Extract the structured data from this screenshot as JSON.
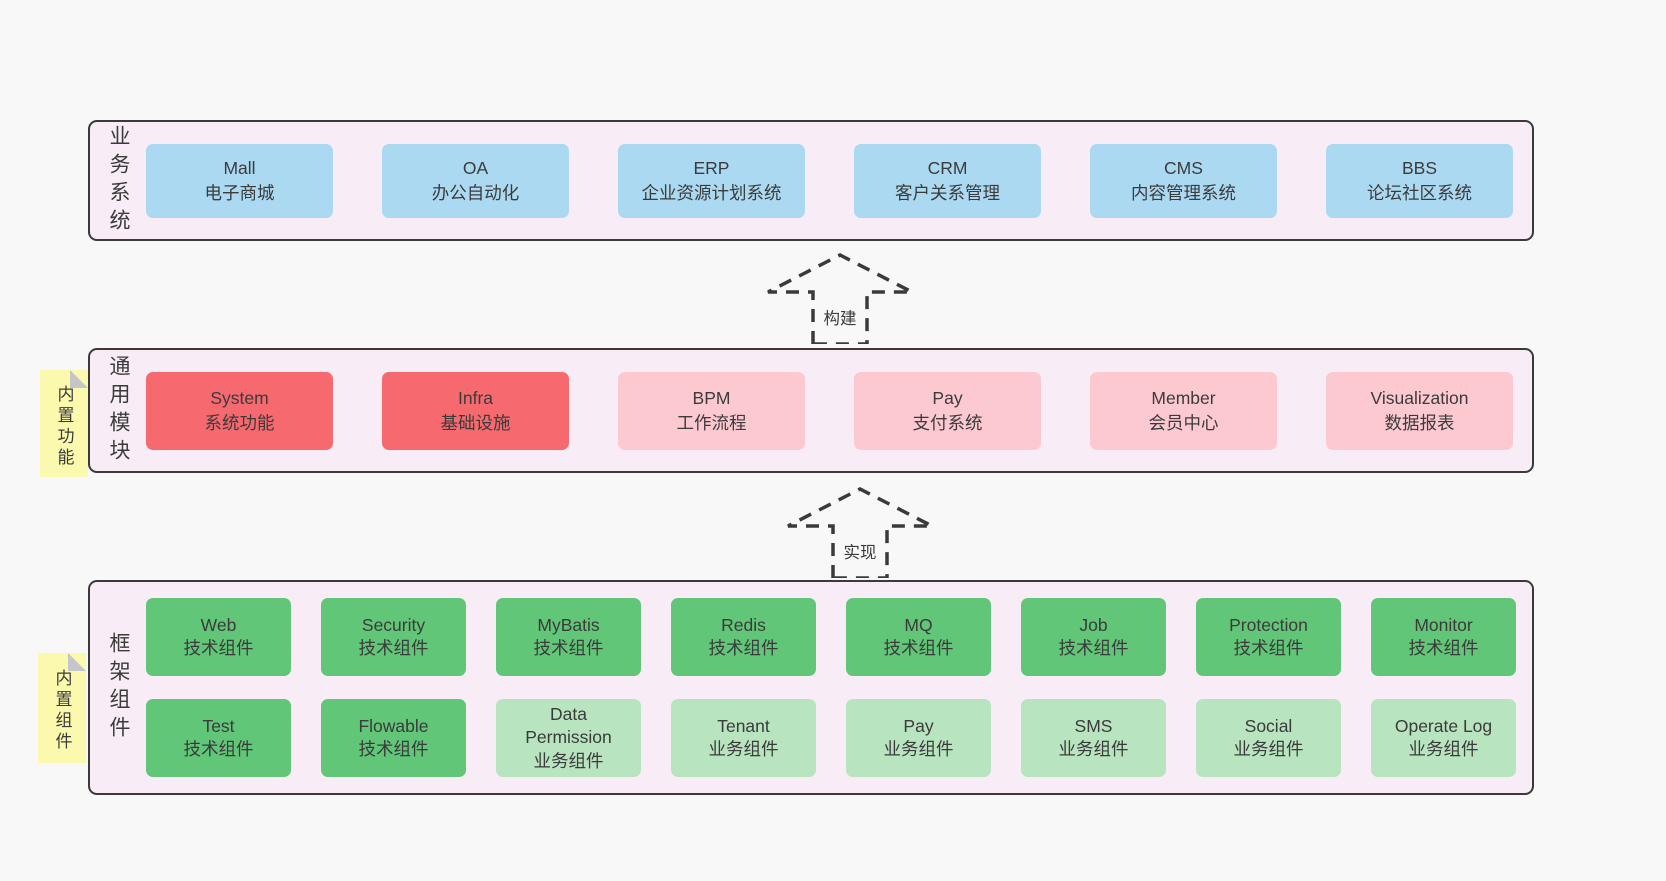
{
  "colors": {
    "page_bg": "#F8F8F8",
    "container_fill": "#F8EDF6",
    "container_border": "#3a3a3a",
    "note_fill": "#FBF9AD",
    "note_fold": "#C6C6CA",
    "text": "#3b3b3b",
    "arrow": "#3a3a3a",
    "variants": {
      "blue": "#ABD9F2",
      "red": "#F5696F",
      "pink": "#FCC9D1",
      "green": "#61C677",
      "lightgreen": "#B8E4C0"
    }
  },
  "notes": [
    {
      "label": "内置功能"
    },
    {
      "label": "内置组件"
    }
  ],
  "arrows": [
    {
      "label": "构建"
    },
    {
      "label": "实现"
    }
  ],
  "layers": [
    {
      "id": "business",
      "label": "业务系统",
      "rows": [
        [
          {
            "title": "Mall",
            "subtitle": "电子商城",
            "variant": "blue"
          },
          {
            "title": "OA",
            "subtitle": "办公自动化",
            "variant": "blue"
          },
          {
            "title": "ERP",
            "subtitle": "企业资源计划系统",
            "variant": "blue"
          },
          {
            "title": "CRM",
            "subtitle": "客户关系管理",
            "variant": "blue"
          },
          {
            "title": "CMS",
            "subtitle": "内容管理系统",
            "variant": "blue"
          },
          {
            "title": "BBS",
            "subtitle": "论坛社区系统",
            "variant": "blue"
          }
        ]
      ]
    },
    {
      "id": "modules",
      "label": "通用模块",
      "rows": [
        [
          {
            "title": "System",
            "subtitle": "系统功能",
            "variant": "red"
          },
          {
            "title": "Infra",
            "subtitle": "基础设施",
            "variant": "red"
          },
          {
            "title": "BPM",
            "subtitle": "工作流程",
            "variant": "pink"
          },
          {
            "title": "Pay",
            "subtitle": "支付系统",
            "variant": "pink"
          },
          {
            "title": "Member",
            "subtitle": "会员中心",
            "variant": "pink"
          },
          {
            "title": "Visualization",
            "subtitle": "数据报表",
            "variant": "pink"
          }
        ]
      ]
    },
    {
      "id": "components",
      "label": "框架组件",
      "rows": [
        [
          {
            "title": "Web",
            "subtitle": "技术组件",
            "variant": "green"
          },
          {
            "title": "Security",
            "subtitle": "技术组件",
            "variant": "green"
          },
          {
            "title": "MyBatis",
            "subtitle": "技术组件",
            "variant": "green"
          },
          {
            "title": "Redis",
            "subtitle": "技术组件",
            "variant": "green"
          },
          {
            "title": "MQ",
            "subtitle": "技术组件",
            "variant": "green"
          },
          {
            "title": "Job",
            "subtitle": "技术组件",
            "variant": "green"
          },
          {
            "title": "Protection",
            "subtitle": "技术组件",
            "variant": "green"
          },
          {
            "title": "Monitor",
            "subtitle": "技术组件",
            "variant": "green"
          }
        ],
        [
          {
            "title": "Test",
            "subtitle": "技术组件",
            "variant": "green"
          },
          {
            "title": "Flowable",
            "subtitle": "技术组件",
            "variant": "green"
          },
          {
            "title": "Data Permission",
            "subtitle": "业务组件",
            "variant": "lightgreen"
          },
          {
            "title": "Tenant",
            "subtitle": "业务组件",
            "variant": "lightgreen"
          },
          {
            "title": "Pay",
            "subtitle": "业务组件",
            "variant": "lightgreen"
          },
          {
            "title": "SMS",
            "subtitle": "业务组件",
            "variant": "lightgreen"
          },
          {
            "title": "Social",
            "subtitle": "业务组件",
            "variant": "lightgreen"
          },
          {
            "title": "Operate Log",
            "subtitle": "业务组件",
            "variant": "lightgreen"
          }
        ]
      ]
    }
  ]
}
